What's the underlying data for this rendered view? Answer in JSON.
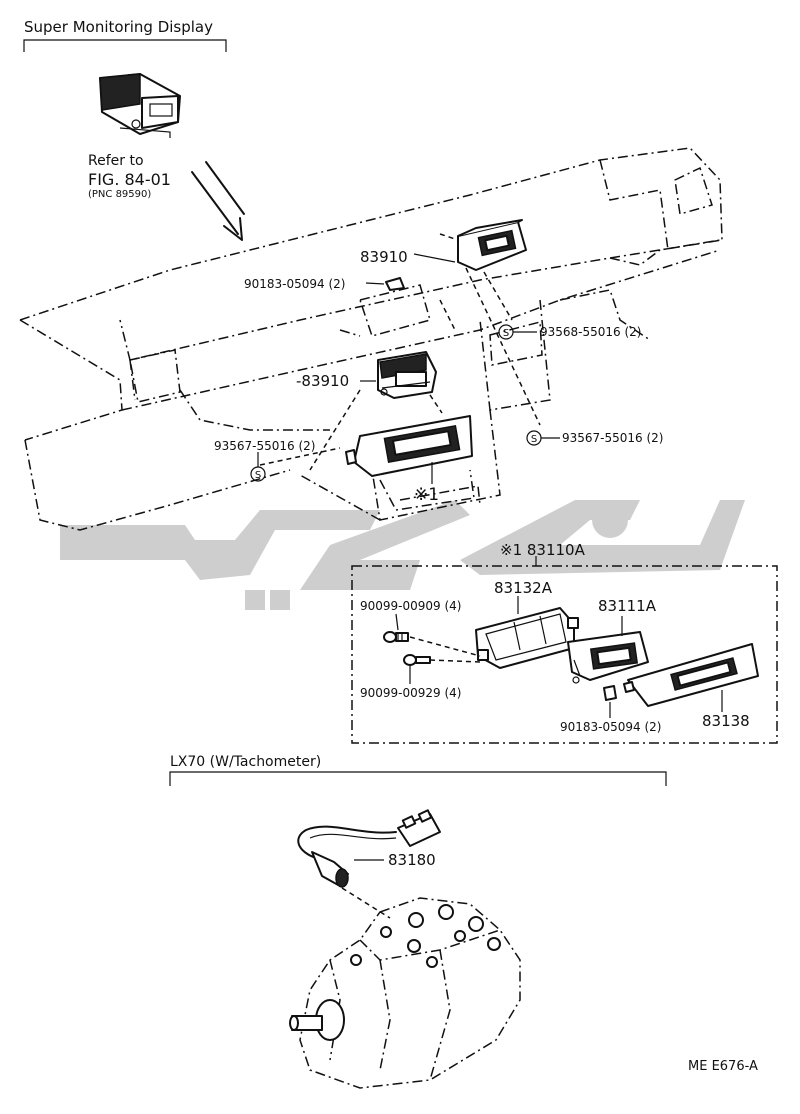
{
  "sections": {
    "super_monitoring": "Super Monitoring Display",
    "lx70": "LX70 (W/Tachometer)"
  },
  "refer": {
    "line1": "Refer to",
    "line2": "FIG. 84-01",
    "line3": "(PNC 89590)"
  },
  "parts": {
    "p83910_upper": "83910",
    "p90183_upper": "90183-05094 (2)",
    "p93568": "93568-55016 (2)",
    "p83910_lower": "-83910",
    "p93567_left": "93567-55016 (2)",
    "p93567_right": "93567-55016 (2)",
    "mark_one": "※1",
    "p83110a": "※1 83110A",
    "p83132a": "83132A",
    "p90099_00909": "90099-00909 (4)",
    "p83111a": "83111A",
    "p90099_00929": "90099-00929 (4)",
    "p90183_lower": "90183-05094 (2)",
    "p83138": "83138",
    "p83180": "83180"
  },
  "symbols": {
    "s_circle": "S"
  },
  "footer": {
    "code": "ME E676-A"
  }
}
